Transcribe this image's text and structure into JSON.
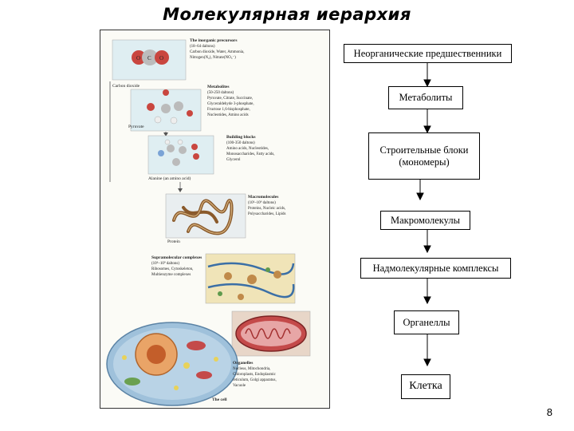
{
  "title": "Молекулярная иерархия",
  "figure": {
    "level1": {
      "heading": "The inorganic precursors",
      "sub": "(18–64 daltons)",
      "lines": [
        "Carbon dioxide, Water, Ammonia,",
        "Nitrogen(N₂), Nitrate(NO₃⁻)"
      ],
      "caption": "Carbon dioxide"
    },
    "level2": {
      "heading": "Metabolites",
      "sub": "(50-250 daltons)",
      "lines": [
        "Pyruvate, Citrate, Succinate,",
        "Glyceraldehyde 3-phosphate,",
        "Fructose 1,6-bisphosphate,",
        "Nucleotides, Amino acids"
      ],
      "caption": "Pyruvate"
    },
    "level3": {
      "heading": "Building blocks",
      "sub": "(100-350 daltons)",
      "lines": [
        "Amino acids, Nucleotides,",
        "Monosaccharides, Fatty acids,",
        "Glycerol"
      ],
      "caption": "Alanine (an amino acid)"
    },
    "level4": {
      "heading": "Macromolecules",
      "sub": "(10³–10⁹ daltons)",
      "lines": [
        "Proteins, Nucleic acids,",
        "Polysaccharides, Lipids"
      ],
      "caption": "Protein"
    },
    "level5": {
      "heading": "Supramolecular complexes",
      "sub": "(10⁶–10⁹ daltons)",
      "lines": [
        "Ribosomes, Cytoskeleton,",
        "Multienzyme complexes"
      ]
    },
    "level6": {
      "heading": "Organelles",
      "lines": [
        "Nucleus, Mitochondria,",
        "Chloroplasts, Endoplasmic",
        "reticulum, Golgi apparatus,",
        "Vacuole"
      ],
      "caption": "The cell"
    }
  },
  "flowchart": [
    {
      "label": "Неорганические предшественники"
    },
    {
      "label": "Метаболиты"
    },
    {
      "label": "Строительные блоки (мономеры)"
    },
    {
      "label": "Макромолекулы"
    },
    {
      "label": "Надмолекулярные комплексы"
    },
    {
      "label": "Органеллы"
    },
    {
      "label": "Клетка"
    }
  ],
  "page_number": "8"
}
